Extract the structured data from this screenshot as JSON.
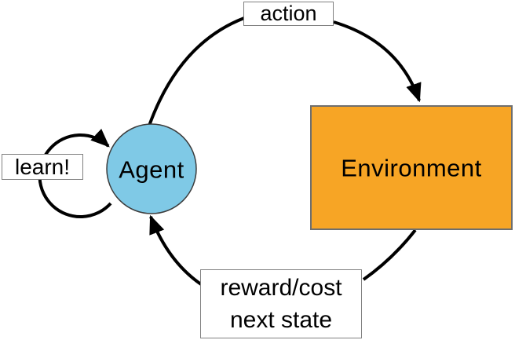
{
  "nodes": {
    "agent": {
      "label": "Agent",
      "fill": "#7FC9E6"
    },
    "environment": {
      "label": "Environment",
      "fill": "#F7A525"
    }
  },
  "edges": {
    "action": {
      "label": "action"
    },
    "learn": {
      "label": "learn!"
    },
    "feedback": {
      "lines": [
        "reward/cost",
        "next state"
      ]
    }
  },
  "colors": {
    "arrow": "#000000",
    "label_box_border": "#808080",
    "label_box_bg": "#FFFFFF",
    "canvas_bg": "#FFFFFF"
  }
}
